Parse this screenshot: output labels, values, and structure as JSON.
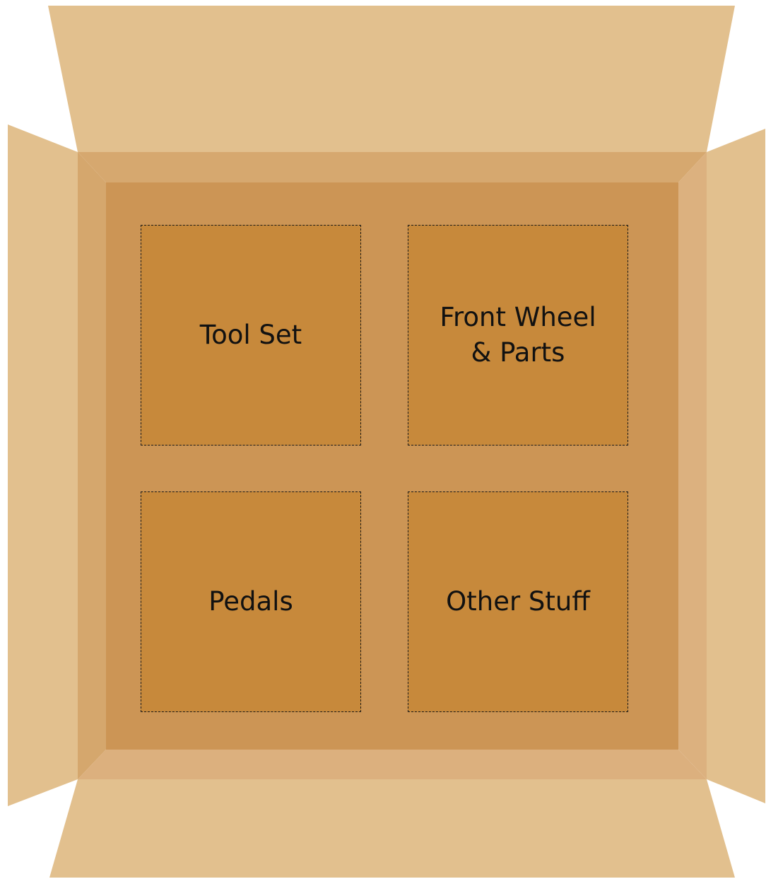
{
  "colors": {
    "flap": "#e2c08e",
    "side_flap_inner": "#dcb27f",
    "wall_top": "#d6a86f",
    "wall_left": "#d5a76d",
    "wall_right": "#dcb17f",
    "wall_bottom": "#dcb07e",
    "floor": "#cc9555",
    "compartment": "#c7893b"
  },
  "compartments": [
    {
      "label": "Tool Set"
    },
    {
      "label": "Front Wheel\n& Parts"
    },
    {
      "label": "Pedals"
    },
    {
      "label": "Other Stuff"
    }
  ]
}
